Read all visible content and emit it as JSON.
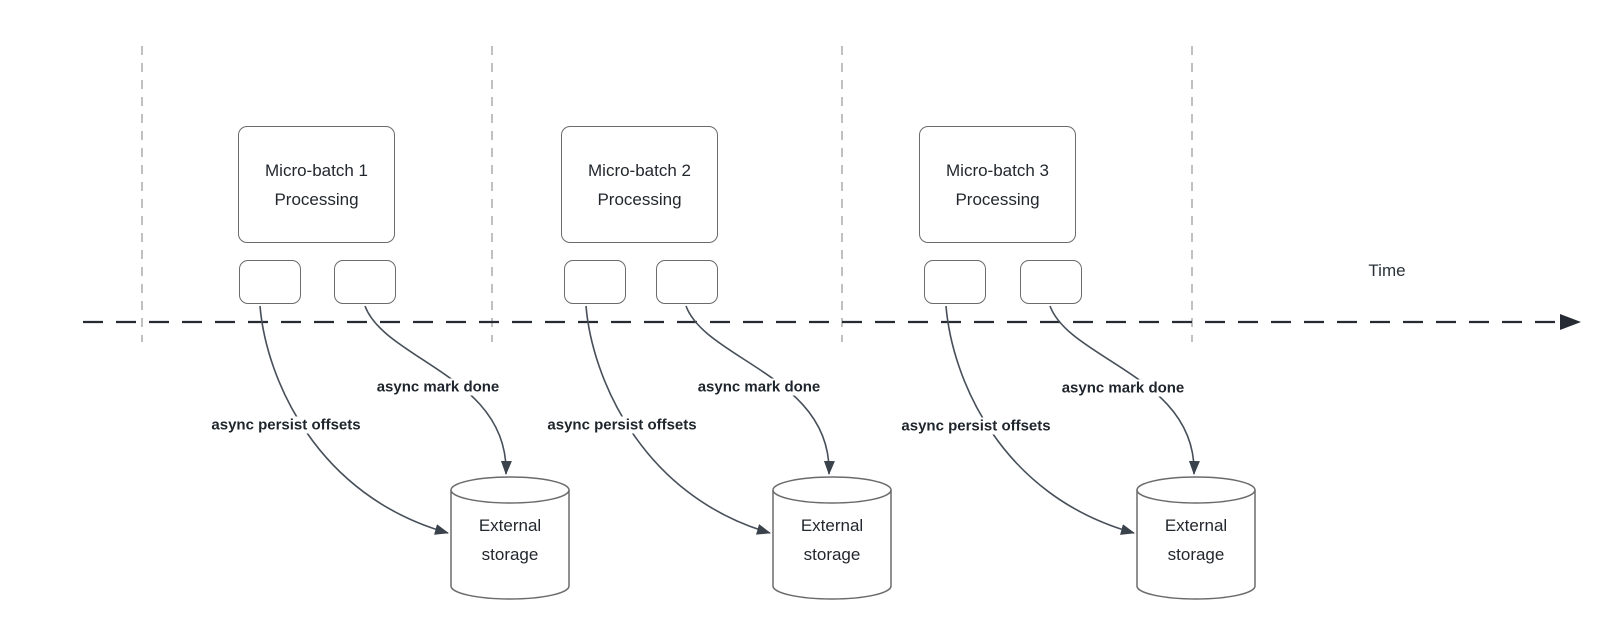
{
  "diagram": {
    "description": "Micro-batch processing timeline with async writes to external storage",
    "timeline": {
      "label": "Time"
    },
    "sections": [
      {
        "processing_box": {
          "line1": "Micro-batch 1",
          "line2": "Processing"
        },
        "labels": {
          "persist": "async persist offsets",
          "mark_done": "async mark done"
        },
        "storage": {
          "line1": "External",
          "line2": "storage"
        }
      },
      {
        "processing_box": {
          "line1": "Micro-batch 2",
          "line2": "Processing"
        },
        "labels": {
          "persist": "async persist offsets",
          "mark_done": "async mark done"
        },
        "storage": {
          "line1": "External",
          "line2": "storage"
        }
      },
      {
        "processing_box": {
          "line1": "Micro-batch 3",
          "line2": "Processing"
        },
        "labels": {
          "persist": "async persist offsets",
          "mark_done": "async mark done"
        },
        "storage": {
          "line1": "External",
          "line2": "storage"
        }
      }
    ],
    "colors": {
      "background": "#ffffff",
      "shape_border": "#6b6b6b",
      "text": "#23282e",
      "edge_label_text": "#1f252c",
      "arrow_stroke": "#47505a",
      "arrowhead_fill": "#3a424c",
      "timeline_stroke": "#262b33",
      "guide_stroke": "#b0b0b0"
    }
  }
}
